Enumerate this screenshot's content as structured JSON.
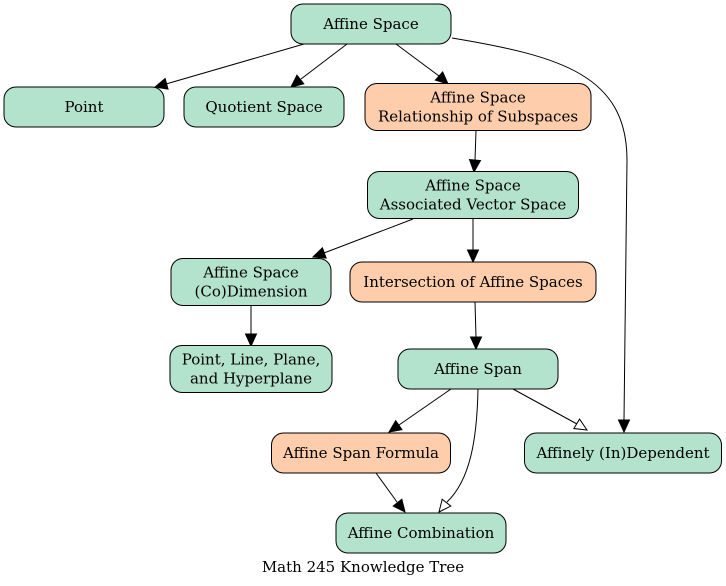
{
  "colors": {
    "concept_fill": "#b3e2cd",
    "highlight_fill": "#fdcdac",
    "stroke": "#000000"
  },
  "caption": "Math 245 Knowledge Tree",
  "nodes": [
    {
      "id": "affine-space",
      "lines": [
        "Affine Space"
      ],
      "style": "concept"
    },
    {
      "id": "point",
      "lines": [
        "Point"
      ],
      "style": "concept"
    },
    {
      "id": "quotient-space",
      "lines": [
        "Quotient Space"
      ],
      "style": "concept"
    },
    {
      "id": "affine-space-relationship-of-subspaces",
      "lines": [
        "Affine Space",
        "Relationship of Subspaces"
      ],
      "style": "highlight"
    },
    {
      "id": "affine-space-associated-vector-space",
      "lines": [
        "Affine Space",
        "Associated Vector Space"
      ],
      "style": "concept"
    },
    {
      "id": "affine-space-codimension",
      "lines": [
        "Affine Space",
        "(Co)Dimension"
      ],
      "style": "concept"
    },
    {
      "id": "intersection-of-affine-spaces",
      "lines": [
        "Intersection of Affine Spaces"
      ],
      "style": "highlight"
    },
    {
      "id": "point-line-plane-hyperplane",
      "lines": [
        "Point, Line, Plane,",
        "and Hyperplane"
      ],
      "style": "concept"
    },
    {
      "id": "affine-span",
      "lines": [
        "Affine Span"
      ],
      "style": "concept"
    },
    {
      "id": "affine-span-formula",
      "lines": [
        "Affine Span Formula"
      ],
      "style": "highlight"
    },
    {
      "id": "affinely-independent",
      "lines": [
        "Affinely (In)Dependent"
      ],
      "style": "concept"
    },
    {
      "id": "affine-combination",
      "lines": [
        "Affine Combination"
      ],
      "style": "concept"
    }
  ],
  "edges": [
    {
      "from": "affine-space",
      "to": "point",
      "arrow": "filled"
    },
    {
      "from": "affine-space",
      "to": "quotient-space",
      "arrow": "filled"
    },
    {
      "from": "affine-space",
      "to": "affine-space-relationship-of-subspaces",
      "arrow": "filled"
    },
    {
      "from": "affine-space",
      "to": "affinely-independent",
      "arrow": "filled"
    },
    {
      "from": "affine-space-relationship-of-subspaces",
      "to": "affine-space-associated-vector-space",
      "arrow": "filled"
    },
    {
      "from": "affine-space-associated-vector-space",
      "to": "affine-space-codimension",
      "arrow": "filled"
    },
    {
      "from": "affine-space-associated-vector-space",
      "to": "intersection-of-affine-spaces",
      "arrow": "filled"
    },
    {
      "from": "affine-space-codimension",
      "to": "point-line-plane-hyperplane",
      "arrow": "filled"
    },
    {
      "from": "intersection-of-affine-spaces",
      "to": "affine-span",
      "arrow": "filled"
    },
    {
      "from": "affine-span",
      "to": "affine-span-formula",
      "arrow": "filled"
    },
    {
      "from": "affine-span",
      "to": "affinely-independent",
      "arrow": "hollow"
    },
    {
      "from": "affine-span",
      "to": "affine-combination",
      "arrow": "hollow"
    },
    {
      "from": "affine-span-formula",
      "to": "affine-combination",
      "arrow": "filled"
    }
  ]
}
